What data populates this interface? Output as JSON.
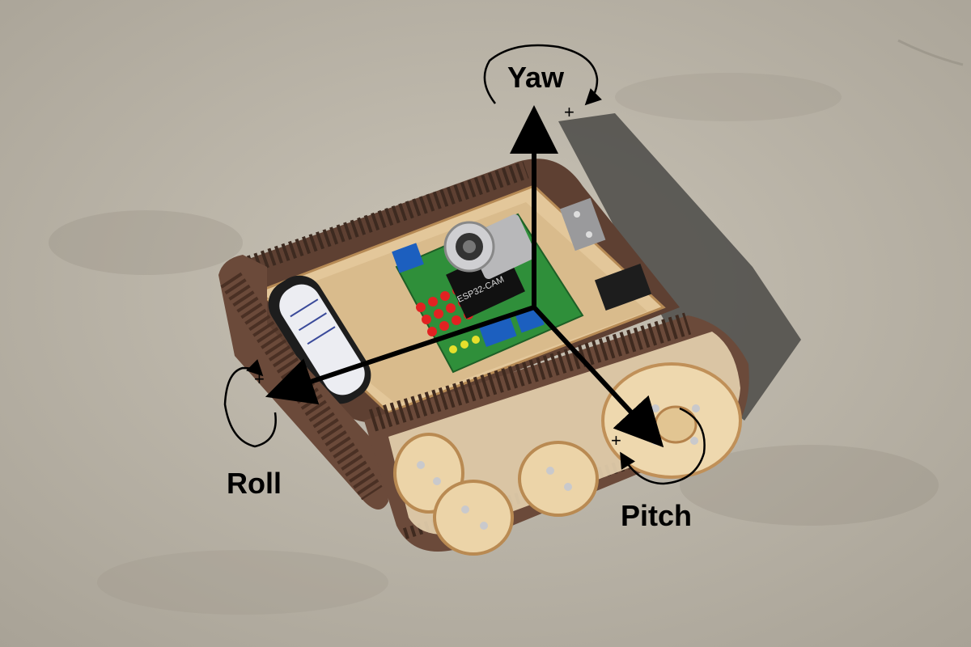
{
  "axes": {
    "yaw": {
      "label": "Yaw",
      "sign": "+"
    },
    "roll": {
      "label": "Roll",
      "sign": "+"
    },
    "pitch": {
      "label": "Pitch",
      "sign": "+"
    }
  },
  "robot": {
    "module_text": "ESP32-CAM"
  },
  "colors": {
    "ground": "#b9b3a7",
    "shadow": "#4a4a48",
    "wood": "#e9cfa3",
    "track": "#6b4a3a",
    "pcb": "#2f8f3a",
    "arrow": "#000000"
  }
}
